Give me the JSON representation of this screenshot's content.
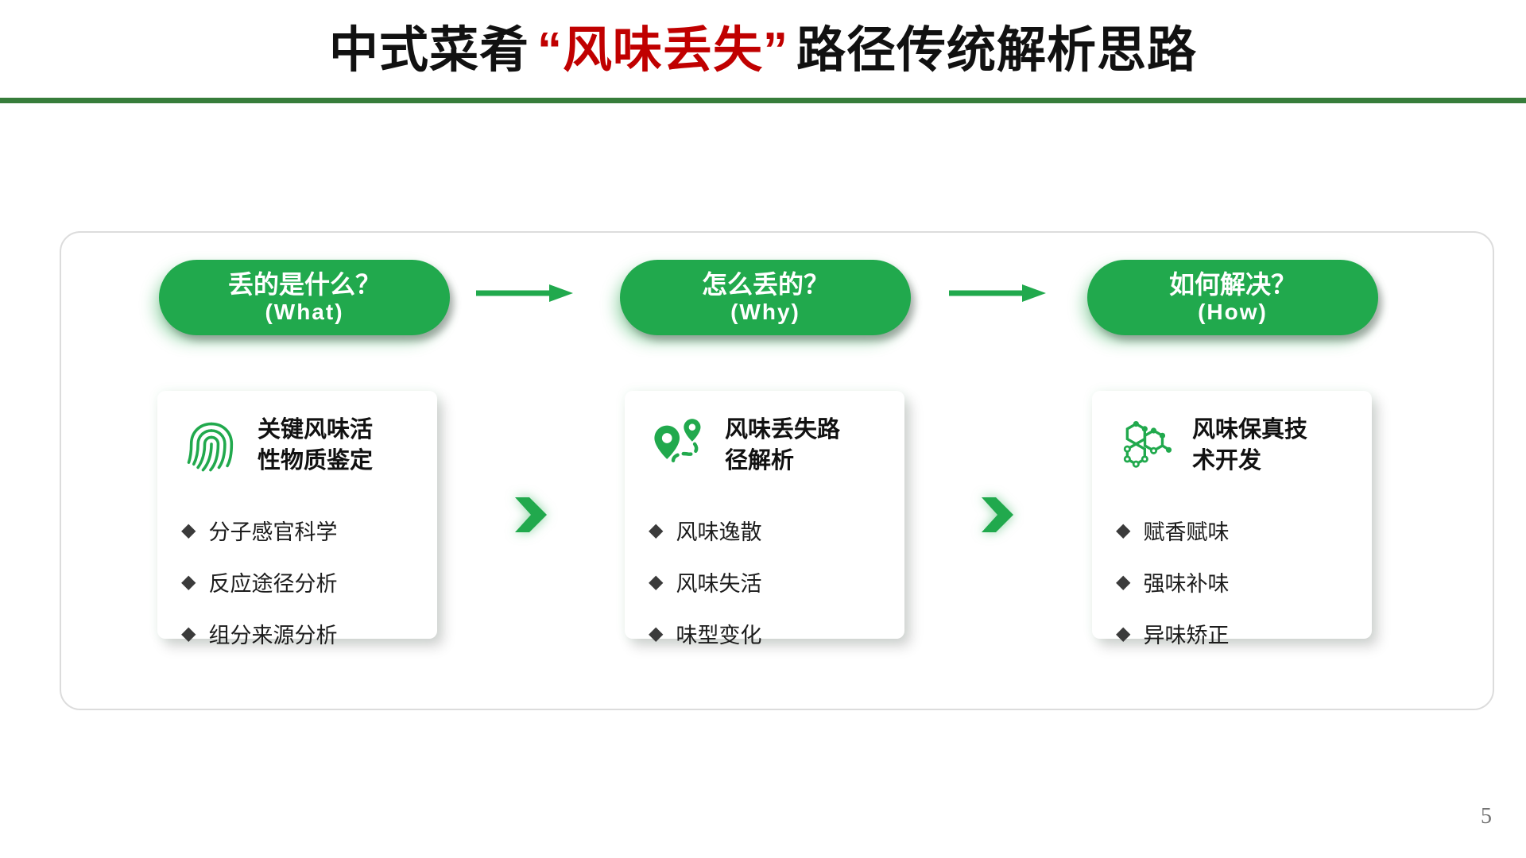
{
  "title": {
    "prefix": "中式菜肴",
    "highlight": "“风味丢失”",
    "suffix": "路径传统解析思路"
  },
  "colors": {
    "accent_green": "#21a94d",
    "divider_green": "#377d3b",
    "highlight_red": "#c00000",
    "bullet_diamond": "#3b3b3b",
    "page_number_gray": "#737373"
  },
  "icons": {
    "diamond": "◆"
  },
  "flow": {
    "steps": [
      {
        "pill": {
          "line1": "丢的是什么？",
          "line2": "(What)"
        },
        "icon": "fingerprint-icon",
        "card": {
          "title_line1": "关键风味活",
          "title_line2": "性物质鉴定",
          "bullets": [
            "分子感官科学",
            "反应途径分析",
            "组分来源分析"
          ]
        }
      },
      {
        "pill": {
          "line1": "怎么丢的？",
          "line2": "(Why)"
        },
        "icon": "route-icon",
        "card": {
          "title_line1": "风味丢失路",
          "title_line2": "径解析",
          "bullets": [
            "风味逸散",
            "风味失活",
            "味型变化"
          ]
        }
      },
      {
        "pill": {
          "line1": "如何解决？",
          "line2": "(How)"
        },
        "icon": "molecule-icon",
        "card": {
          "title_line1": "风味保真技",
          "title_line2": "术开发",
          "bullets": [
            "赋香赋味",
            "强味补味",
            "异味矫正"
          ]
        }
      }
    ]
  },
  "page": {
    "number": "5"
  }
}
